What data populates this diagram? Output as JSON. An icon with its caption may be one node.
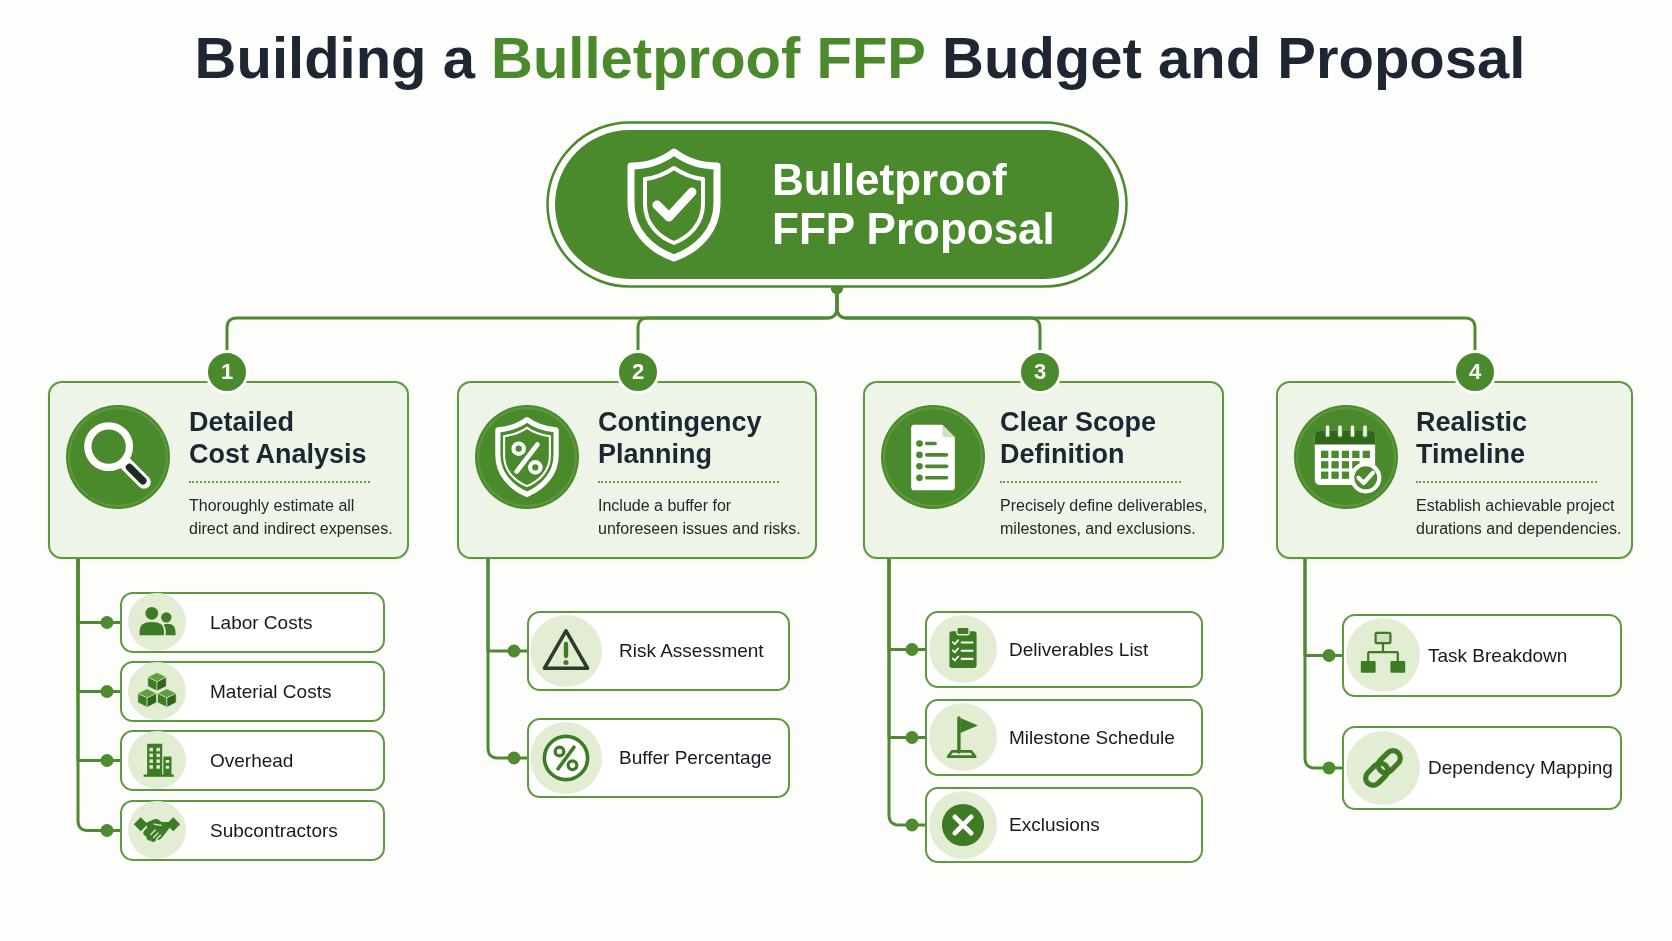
{
  "diagram": {
    "title": "Building a **Bulletproof FFP** Budget and Proposal",
    "nodes": [
      {
        "text": [
          "Bulletproof FFP Proposal"
        ]
      },
      {
        "text": [
          "1",
          "Detailed Cost Analysis",
          "Thoroughly estimate all direct and indirect expenses."
        ]
      },
      {
        "text": [
          "2",
          "Contingency Planning",
          "Include a buffer for unforeseen issues and risks."
        ]
      },
      {
        "text": [
          "3",
          "Clear Scope Definition",
          "Precisely define deliverables, milestones, and exclusions."
        ]
      },
      {
        "text": [
          "4",
          "Realistic Timeline",
          "Establish achievable project durations and dependencies."
        ]
      },
      {
        "text": [
          "Labor Costs"
        ]
      },
      {
        "text": [
          "Material Costs"
        ]
      },
      {
        "text": [
          "Overhead"
        ]
      },
      {
        "text": [
          "Subcontractors"
        ]
      },
      {
        "text": [
          "Risk Assessment"
        ]
      },
      {
        "text": [
          "Buffer Percentage"
        ]
      },
      {
        "text": [
          "Deliverables List"
        ]
      },
      {
        "text": [
          "Milestone Schedule"
        ]
      },
      {
        "text": [
          "Exclusions"
        ]
      },
      {
        "text": [
          "Task Breakdown"
        ]
      },
      {
        "text": [
          "Dependency Mapping"
        ]
      }
    ],
    "edges": [
      {
        "from": 0,
        "to": 1,
        "arrow": "other"
      },
      {
        "from": 0,
        "to": 2,
        "arrow": "other"
      },
      {
        "from": 0,
        "to": 3,
        "arrow": "other"
      },
      {
        "from": 0,
        "to": 4,
        "arrow": "other"
      },
      {
        "from": 1,
        "to": 5,
        "arrow": "other"
      },
      {
        "from": 1,
        "to": 6,
        "arrow": "other"
      },
      {
        "from": 1,
        "to": 7,
        "arrow": "other"
      },
      {
        "from": 1,
        "to": 8,
        "arrow": "other"
      },
      {
        "from": 2,
        "to": 9,
        "arrow": "other"
      },
      {
        "from": 2,
        "to": 10,
        "arrow": "other"
      },
      {
        "from": 3,
        "to": 11,
        "arrow": "other"
      },
      {
        "from": 3,
        "to": 12,
        "arrow": "other"
      },
      {
        "from": 3,
        "to": 13,
        "arrow": "other"
      },
      {
        "from": 4,
        "to": 14,
        "arrow": "other"
      },
      {
        "from": 4,
        "to": 15,
        "arrow": "other"
      }
    ]
  }
}
